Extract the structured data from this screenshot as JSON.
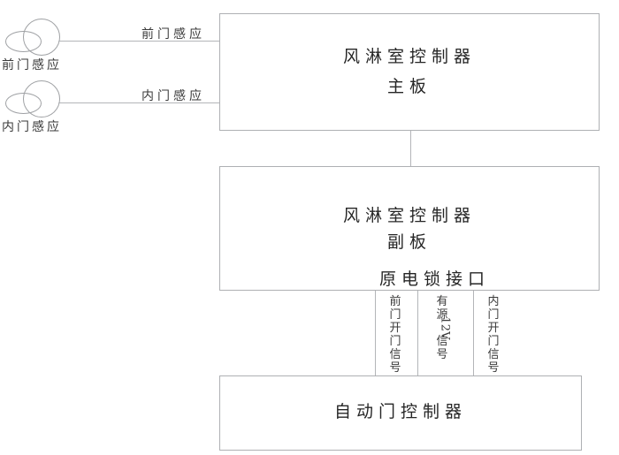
{
  "diagram": {
    "title": "air-shower-door-control-wiring-diagram",
    "line_color": "#b3b5b8",
    "box_border_color": "#aeb0b3",
    "text_color": "#2b2b2b",
    "background": "#ffffff"
  },
  "sensors": [
    {
      "icon": "motion-sensor-icon",
      "caption": "前门感应",
      "wire_label": "前门感应"
    },
    {
      "icon": "motion-sensor-icon",
      "caption": "内门感应",
      "wire_label": "内门感应"
    }
  ],
  "boxes": {
    "main_board": {
      "line1": "风淋室控制器",
      "line2": "主板"
    },
    "sub_board": {
      "line1": "风淋室控制器",
      "line2": "副板",
      "interface": "原电锁接口"
    },
    "door_controller": {
      "line1": "自动门控制器"
    }
  },
  "signal_labels": [
    {
      "text": "前门开门信号",
      "chars": [
        "前",
        "门",
        "开",
        "门",
        "信",
        "号"
      ]
    },
    {
      "text": "有源12V信号",
      "chars": [
        "有",
        "源",
        "12V",
        "信",
        "号"
      ]
    },
    {
      "text": "内门开门信号",
      "chars": [
        "内",
        "门",
        "开",
        "门",
        "信",
        "号"
      ]
    }
  ]
}
